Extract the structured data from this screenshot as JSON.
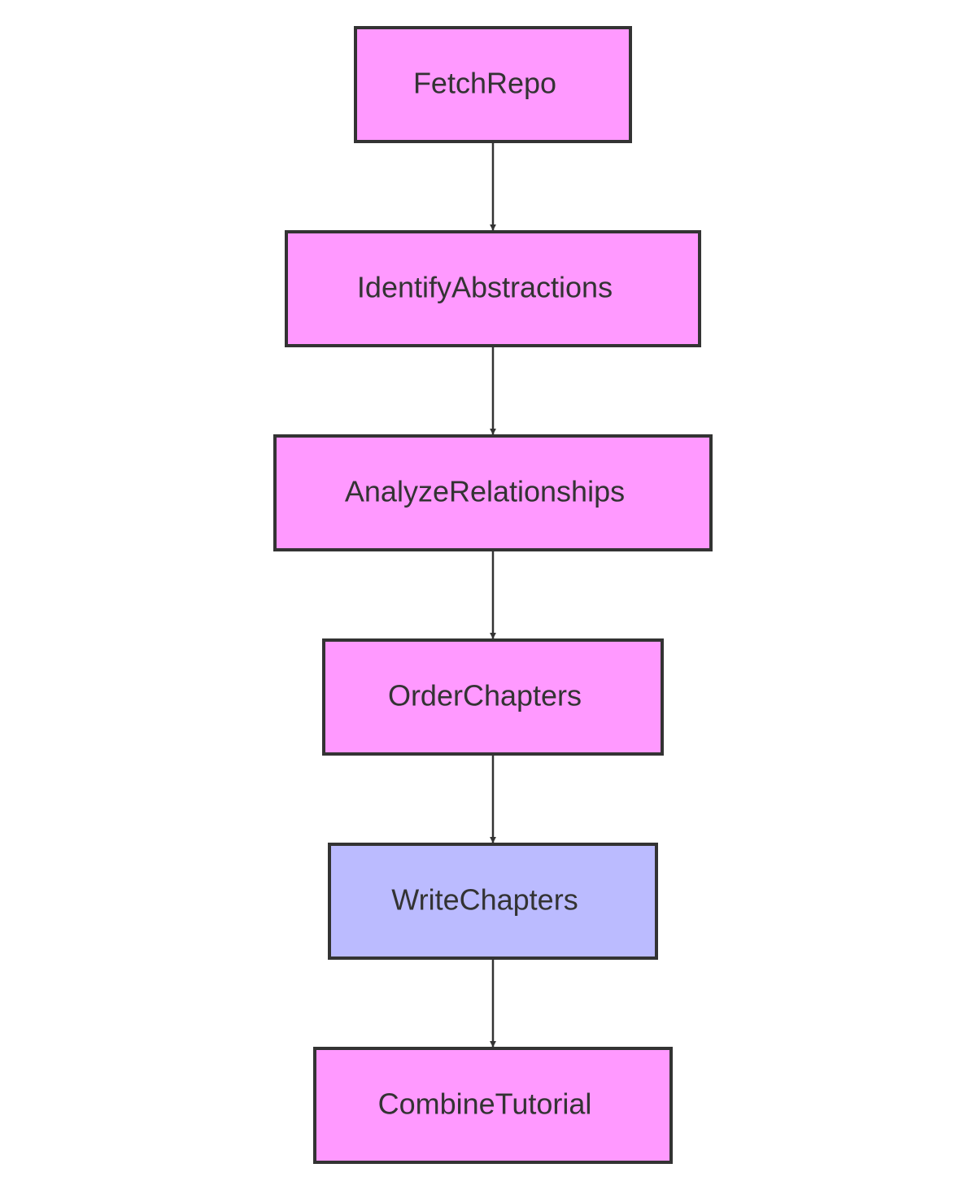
{
  "diagram": {
    "colors": {
      "default_fill": "#ff99ff",
      "highlight_fill": "#bbbbff",
      "stroke": "#333333",
      "edge": "#333333"
    },
    "nodes": [
      {
        "id": "fetch-repo",
        "label": "FetchRepo",
        "style": "default"
      },
      {
        "id": "identify-abstractions",
        "label": "IdentifyAbstractions",
        "style": "default"
      },
      {
        "id": "analyze-relationships",
        "label": "AnalyzeRelationships",
        "style": "default"
      },
      {
        "id": "order-chapters",
        "label": "OrderChapters",
        "style": "default"
      },
      {
        "id": "write-chapters",
        "label": "WriteChapters",
        "style": "highlight"
      },
      {
        "id": "combine-tutorial",
        "label": "CombineTutorial",
        "style": "default"
      }
    ],
    "edges": [
      {
        "from": "fetch-repo",
        "to": "identify-abstractions"
      },
      {
        "from": "identify-abstractions",
        "to": "analyze-relationships"
      },
      {
        "from": "analyze-relationships",
        "to": "order-chapters"
      },
      {
        "from": "order-chapters",
        "to": "write-chapters"
      },
      {
        "from": "write-chapters",
        "to": "combine-tutorial"
      }
    ]
  }
}
